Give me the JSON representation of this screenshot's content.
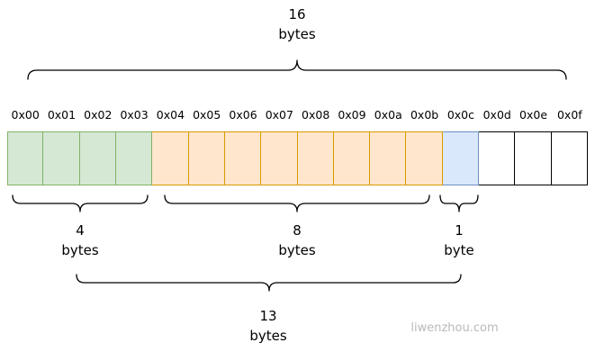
{
  "diagram": {
    "total": {
      "value": "16",
      "unit": "bytes"
    },
    "span13": {
      "value": "13",
      "unit": "bytes"
    },
    "regions": [
      {
        "name": "green",
        "bytes": "4",
        "unit": "bytes",
        "fill": "#d5e8d4",
        "stroke": "#82b366"
      },
      {
        "name": "orange",
        "bytes": "8",
        "unit": "bytes",
        "fill": "#ffe6cc",
        "stroke": "#d79b00"
      },
      {
        "name": "blue",
        "bytes": "1",
        "unit": "byte",
        "fill": "#dae8fc",
        "stroke": "#6c8ebf"
      },
      {
        "name": "white",
        "fill": "#ffffff",
        "stroke": "#000000"
      }
    ],
    "cells": [
      {
        "address": "0x00",
        "region": "green"
      },
      {
        "address": "0x01",
        "region": "green"
      },
      {
        "address": "0x02",
        "region": "green"
      },
      {
        "address": "0x03",
        "region": "green"
      },
      {
        "address": "0x04",
        "region": "orange"
      },
      {
        "address": "0x05",
        "region": "orange"
      },
      {
        "address": "0x06",
        "region": "orange"
      },
      {
        "address": "0x07",
        "region": "orange"
      },
      {
        "address": "0x08",
        "region": "orange"
      },
      {
        "address": "0x09",
        "region": "orange"
      },
      {
        "address": "0x0a",
        "region": "orange"
      },
      {
        "address": "0x0b",
        "region": "orange"
      },
      {
        "address": "0x0c",
        "region": "blue"
      },
      {
        "address": "0x0d",
        "region": "white"
      },
      {
        "address": "0x0e",
        "region": "white"
      },
      {
        "address": "0x0f",
        "region": "white"
      }
    ]
  },
  "watermark": "liwenzhou.com"
}
